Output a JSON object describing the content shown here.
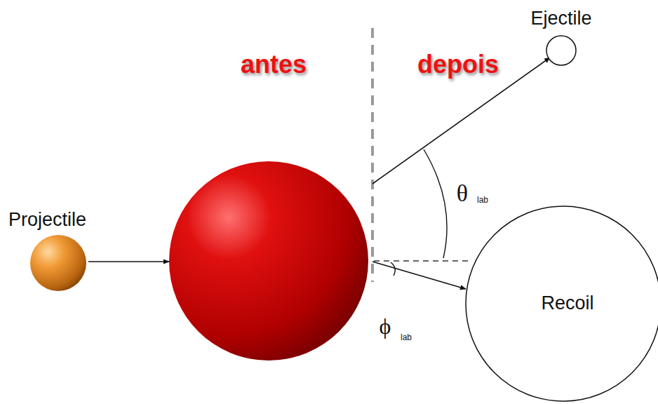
{
  "diagram": {
    "nodes": [
      {
        "text": [
          "Projectile"
        ]
      },
      {
        "text": [
          "Ejectile"
        ]
      },
      {
        "text": [
          "Recoil"
        ]
      }
    ],
    "labels": [
      "antes",
      "depois",
      "θ",
      "lab",
      "ϕ",
      "lab"
    ]
  }
}
